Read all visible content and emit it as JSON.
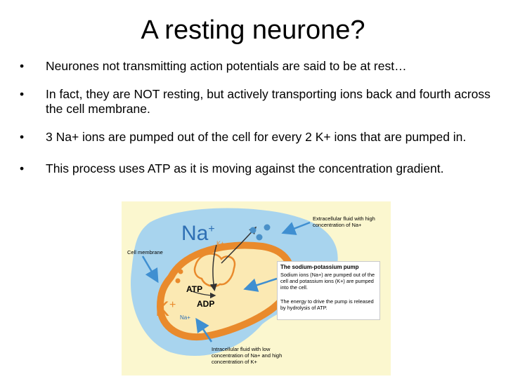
{
  "title": "A resting neurone?",
  "bullet_symbol": "•",
  "bullets": [
    "Neurones not transmitting action potentials are said to be at rest…",
    "In fact, they are NOT resting, but actively transporting ions back and fourth across the cell membrane.",
    "3 Na+ ions are pumped out of the cell for every 2 K+ ions that are pumped in.",
    "This process uses ATP as it is moving against the concentration gradient."
  ],
  "figure": {
    "na_label": "Na",
    "plus": "+",
    "k_label": "K",
    "small_k": "K+",
    "small_na": "Na+",
    "atp": "ATP",
    "adp": "ADP",
    "cell_membrane_label": "Cell membrane",
    "extracellular_label": "Extracellular fluid with high concentration of Na+",
    "intracellular_label": "Intracellular fluid with low concentration of Na+ and high concentration of K+",
    "box_title": "The sodium-potassium pump",
    "box_text_1": "Sodium ions (Na+) are pumped out of the cell and potassium ions (K+) are pumped into the cell.",
    "box_text_2": "The energy to drive the pump is released by hydrolysis of ATP.",
    "colors": {
      "background": "#fbf7cf",
      "extracellular": "#a8d4ee",
      "membrane": "#e98a2c",
      "cytoplasm": "#fbe9b3",
      "arrow": "#3f8fd1",
      "ion": "#4a90c8"
    }
  }
}
